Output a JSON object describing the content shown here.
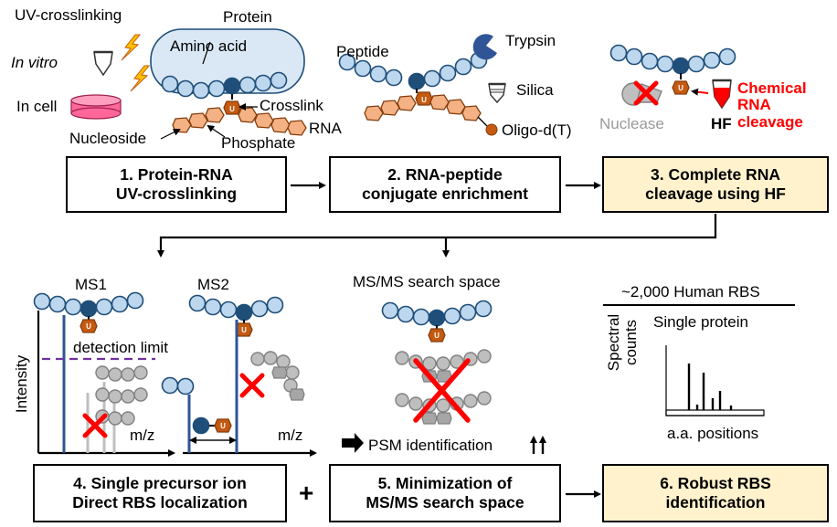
{
  "steps": [
    {
      "label": "1. Protein-RNA\nUV-crosslinking"
    },
    {
      "label": "2. RNA-peptide\nconjugate enrichment"
    },
    {
      "label": "3. Complete RNA\ncleavage using HF"
    },
    {
      "label": "4. Single precursor ion\nDirect RBS localization"
    },
    {
      "label": "5. Minimization of\nMS/MS search space"
    },
    {
      "label": "6. Robust RBS\nidentification"
    }
  ],
  "plus": "+",
  "panel1": {
    "uv": "UV-crosslinking",
    "in_vitro": "In vitro",
    "in_cell": "In cell",
    "protein": "Protein",
    "amino_acid": "Amino acid",
    "crosslink": "Crosslink",
    "rna": "RNA",
    "nucleoside": "Nucleoside",
    "phosphate": "Phosphate"
  },
  "panel2": {
    "peptide": "Peptide",
    "trypsin": "Trypsin",
    "silica": "Silica",
    "oligo": "Oligo-d(T)"
  },
  "panel3": {
    "nuclease": "Nuclease",
    "hf": "HF",
    "chemical": "Chemical\nRNA\ncleavage"
  },
  "panel4": {
    "ms1": "MS1",
    "ms2": "MS2",
    "detection": "detection limit",
    "intensity": "Intensity",
    "mz1": "m/z",
    "mz2": "m/z"
  },
  "panel5": {
    "search_space": "MS/MS search space",
    "psm": "PSM identification"
  },
  "panel6": {
    "human_rbs": "~2,000 Human RBS",
    "single_protein": "Single protein",
    "spectral_counts": "Spectral\ncounts",
    "positions": "a.a. positions"
  },
  "nucleotide_letter": "U",
  "colors": {
    "amino_acid": "#bdd7ee",
    "crosslinked_residue": "#1f4e79",
    "nucleotide": "#f4b183",
    "uridine": "#c55a11",
    "trypsin": "#2f5597",
    "dish": "#ff6699",
    "highlight_box": "#fff2cc",
    "ms_line": "#2f5597",
    "detection_limit": "#7030a0",
    "cross": "#ff0000",
    "chemical_text": "#ff0000",
    "grey_fragment": "#a6a6a6"
  }
}
